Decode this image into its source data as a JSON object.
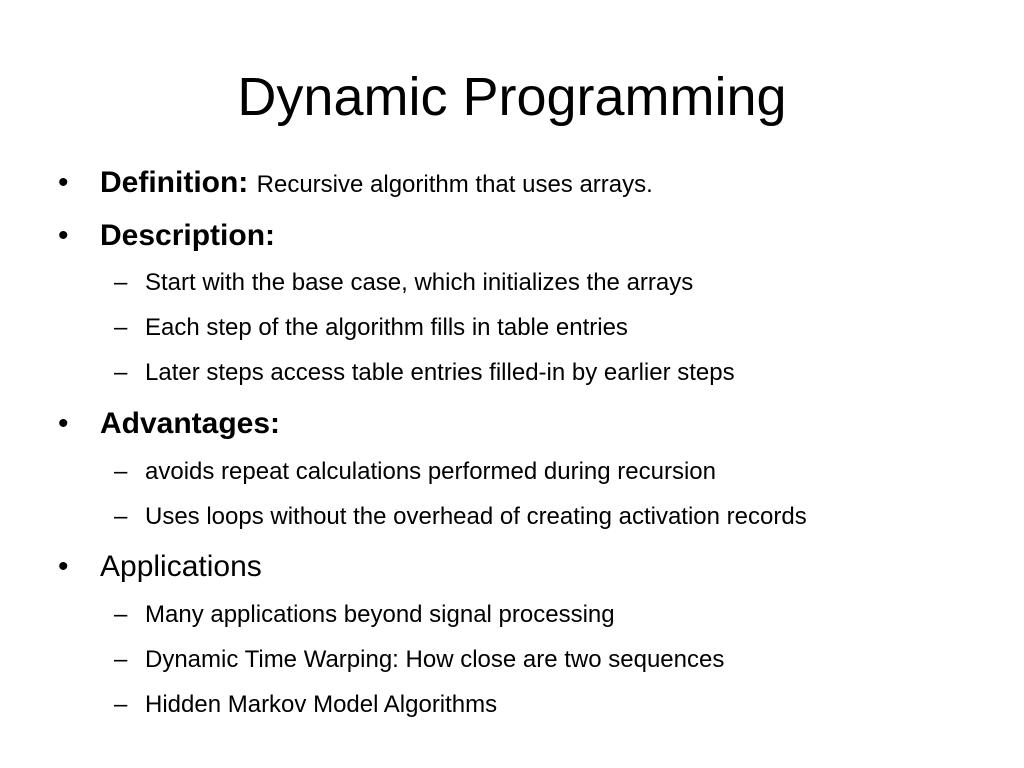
{
  "title": "Dynamic Programming",
  "bullet_glyph": "•",
  "dash_glyph": "–",
  "items": [
    {
      "label": "Definition:",
      "text": "Recursive algorithm that uses arrays."
    },
    {
      "label": "Description:",
      "subitems": [
        "Start with the base case, which initializes the arrays",
        "Each step of the algorithm fills in table entries",
        "Later steps access table entries filled-in by earlier steps"
      ]
    },
    {
      "label": "Advantages:",
      "subitems": [
        "avoids repeat calculations performed during recursion",
        "Uses loops without the overhead of creating activation records"
      ]
    },
    {
      "label": "Applications",
      "subitems": [
        "Many applications beyond signal processing",
        "Dynamic Time Warping: How close are two sequences",
        "Hidden Markov Model Algorithms"
      ]
    }
  ]
}
